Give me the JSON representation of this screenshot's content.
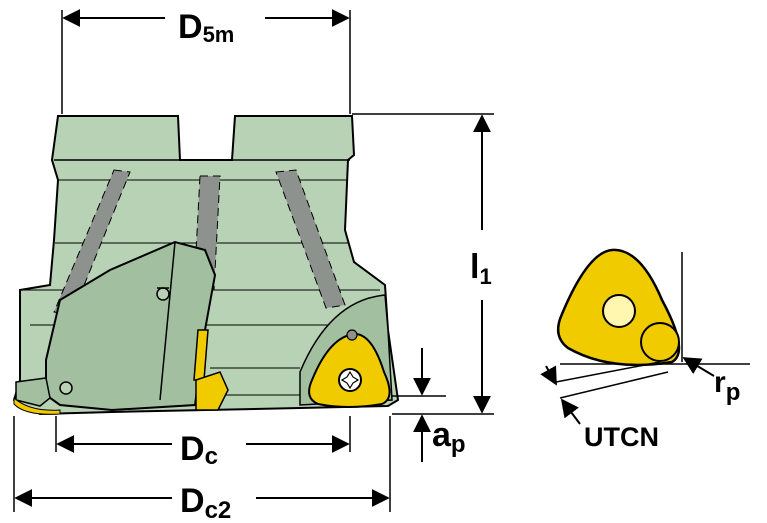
{
  "dimensions": {
    "d5m": {
      "main": "D",
      "sub": "5m"
    },
    "l1": {
      "main": "l",
      "sub": "1"
    },
    "ap": {
      "main": "a",
      "sub": "p"
    },
    "dc": {
      "main": "D",
      "sub": "c"
    },
    "dc2": {
      "main": "D",
      "sub": "c2"
    },
    "rp": {
      "main": "r",
      "sub": "p"
    }
  },
  "insert": {
    "type_label": "UTCN"
  },
  "colors": {
    "body": "#b8d2b6",
    "body_shade": "#a2bfa0",
    "outline": "#000000",
    "insert": "#f0cb00",
    "insert_dark": "#c9a200",
    "flute": "#8e928e",
    "hole": "#fff6b0"
  }
}
